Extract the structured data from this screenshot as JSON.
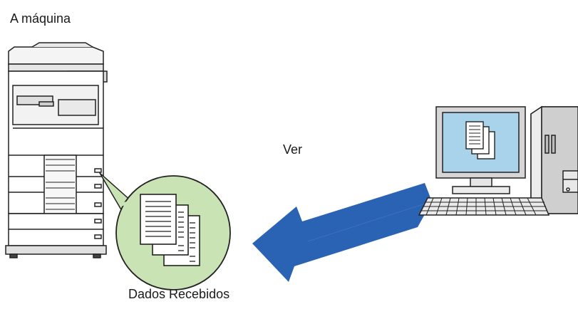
{
  "diagram": {
    "machine_label": "A máquina",
    "action_label": "Ver",
    "received_label": "Dados Recebidos",
    "icons": {
      "machine": "multifunction-printer-icon",
      "computer": "desktop-computer-icon",
      "documents": "documents-stack-icon",
      "arrow": "arrow-left-icon"
    },
    "colors": {
      "arrow": "#2a63b3",
      "bubble": "#c9e3b5",
      "screen": "#a9d3ea"
    }
  }
}
